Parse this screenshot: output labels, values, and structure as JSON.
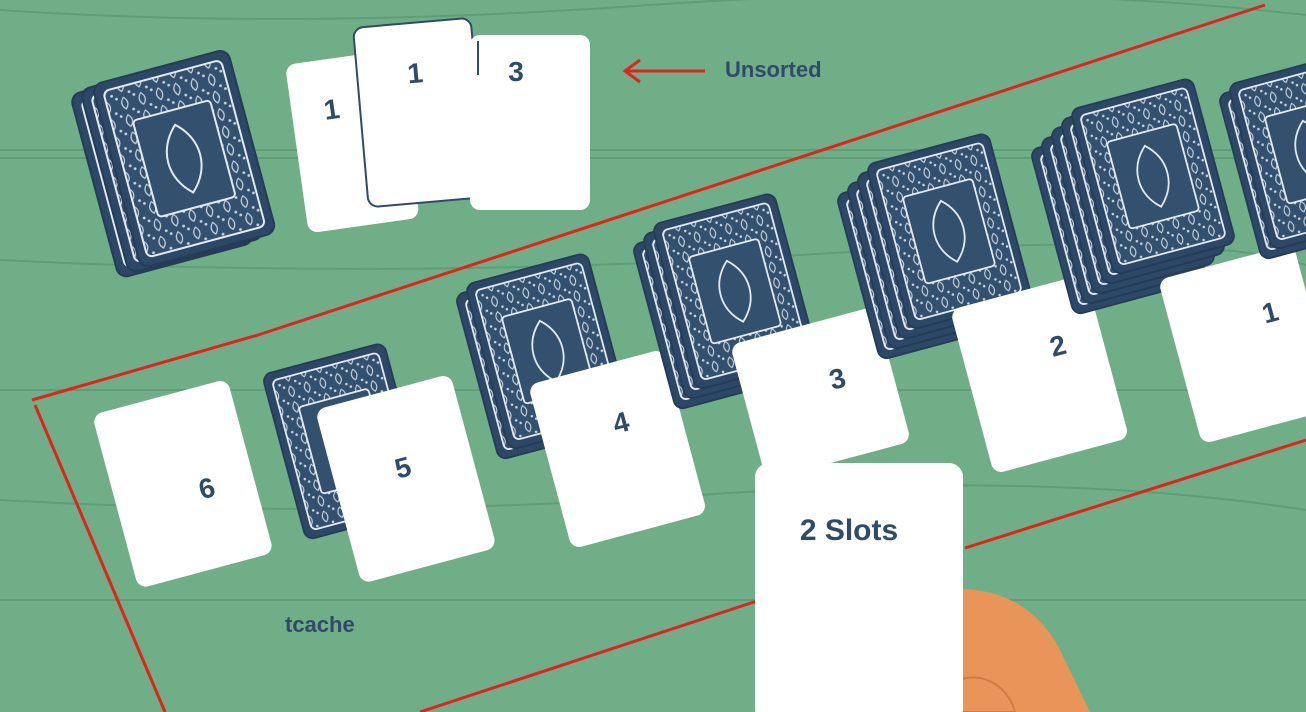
{
  "labels": {
    "unsorted": "Unsorted",
    "tcache": "tcache",
    "slots": "2 Slots"
  },
  "unsorted_cards": [
    "1",
    "1",
    "3"
  ],
  "tcache_cards": [
    "6",
    "5",
    "4",
    "3",
    "2",
    "1"
  ],
  "colors": {
    "table": "#6fae86",
    "plank_line": "#5f9d77",
    "card_back": "#33506f",
    "card_face": "#ffffff",
    "text": "#2f4b68",
    "red_line": "#e0231c",
    "hand": "#e9955a"
  },
  "icons": [
    "deck-icon",
    "arrow-left-icon",
    "hand-icon"
  ]
}
